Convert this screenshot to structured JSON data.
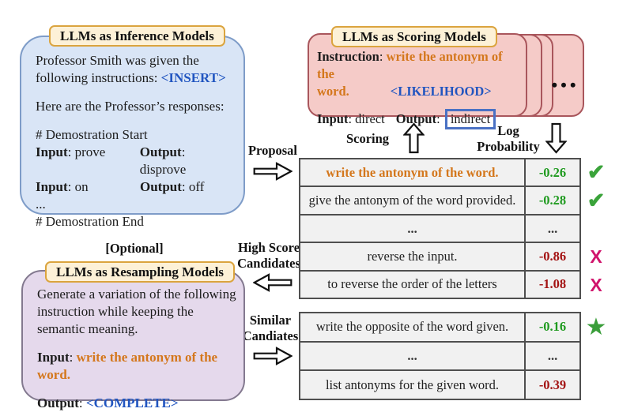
{
  "punct": {
    "colon": ": "
  },
  "colors": {
    "blue_box_fill": "#d9e5f6",
    "blue_box_border": "#7e9cc8",
    "pink_card_fill": "#f5cbc8",
    "pink_card_border": "#a9565c",
    "purple_box_fill": "#e5d9ec",
    "purple_box_border": "#83798f",
    "badge_fill": "#fdf1d7",
    "badge_border": "#dba43e",
    "token_blue": "#2155c0",
    "instruction_orange": "#d4771c",
    "score_green": "#1f9a1f",
    "score_red": "#a31212",
    "check_green": "#3aa33a",
    "cross_crimson": "#d0146c",
    "star_green": "#3a9e3a"
  },
  "inference": {
    "badge": "LLMs as Inference Models",
    "prompt_prefix": "Professor Smith was given the following instructions: ",
    "insert_token": "<INSERT>",
    "responses_line": "Here are the Professor’s responses:",
    "demo_start": "# Demostration Start",
    "demos": [
      {
        "input_label": "Input",
        "input_value": "prove",
        "output_label": "Output",
        "output_value": "disprove"
      },
      {
        "input_label": "Input",
        "input_value": "on",
        "output_label": "Output",
        "output_value": "off"
      }
    ],
    "ellipsis": "...",
    "demo_end": "# Demostration End"
  },
  "scoring": {
    "badge": "LLMs as Scoring Models",
    "instruction_label": "Instruction",
    "instruction_line1": "write the antonym of the",
    "instruction_line2": "word.",
    "likelihood_token": "<LIKELIHOOD>",
    "input_label": "Input",
    "input_value": "direct",
    "output_label": "Output",
    "output_value": "indirect",
    "dots": "•••"
  },
  "labels": {
    "proposal": "Proposal",
    "scoring": "Scoring",
    "log_line1": "Log",
    "log_line2": "Probability",
    "optional": "[Optional]",
    "high_score_line1": "High Score",
    "high_score_line2": "Candidates",
    "similar_line1": "Similar",
    "similar_line2": "Candiates"
  },
  "score_table": {
    "rows": [
      {
        "text": "write the antonym of the word.",
        "score": "-0.26",
        "mark_glyph": "✔"
      },
      {
        "text": "give the antonym of the word provided.",
        "score": "-0.28",
        "mark_glyph": "✔"
      },
      {
        "text": "...",
        "score": "..."
      },
      {
        "text": "reverse the input.",
        "score": "-0.86",
        "mark_glyph": "X"
      },
      {
        "text": "to reverse the order of the letters",
        "score": "-1.08",
        "mark_glyph": "X"
      }
    ]
  },
  "similar_table": {
    "rows": [
      {
        "text": "write the opposite of the word given.",
        "score": "-0.16",
        "mark_glyph": "★"
      },
      {
        "text": "...",
        "score": "..."
      },
      {
        "text": "list antonyms for the given word.",
        "score": "-0.39"
      }
    ]
  },
  "resampling": {
    "badge": "LLMs as Resampling Models",
    "body": "Generate a variation of the following instruction while keeping the semantic meaning.",
    "input_label": "Input",
    "input_value": "write the antonym of the word.",
    "output_label": "Output",
    "complete_token": "<COMPLETE>"
  }
}
